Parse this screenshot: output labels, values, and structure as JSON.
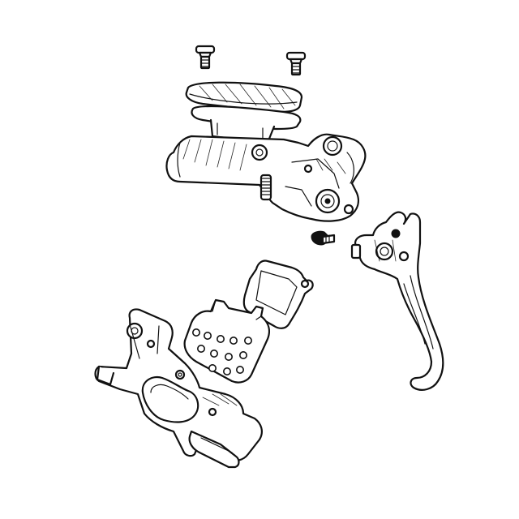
{
  "diagram": {
    "kind": "exploded-view",
    "subject-parts": [
      "reservoir-cap-screw-left",
      "reservoir-cap-screw-right",
      "reservoir-cap",
      "reservoir-diaphragm",
      "master-cylinder-body",
      "pivot-bolt",
      "brake-lever-blade",
      "brake-pad-rear",
      "brake-pad-front",
      "brake-caliper"
    ],
    "colors": {
      "line": "#111111",
      "background": "#ffffff",
      "shade": "#dcdcdc"
    }
  }
}
